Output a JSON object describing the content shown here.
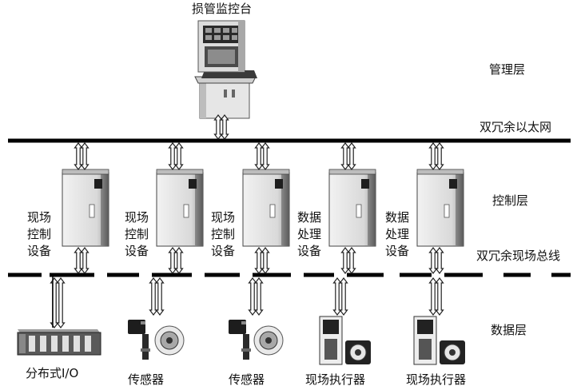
{
  "title": "损管监控台",
  "layers": {
    "management": "管理层",
    "ethernet": "双冗余以太网",
    "control": "控制层",
    "fieldbus": "双冗余现场总线",
    "data": "数据层"
  },
  "controllers": [
    {
      "lines": [
        "现场",
        "控制",
        "设备"
      ]
    },
    {
      "lines": [
        "现场",
        "控制",
        "设备"
      ]
    },
    {
      "lines": [
        "现场",
        "控制",
        "设备"
      ]
    },
    {
      "lines": [
        "数据",
        "处理",
        "设备"
      ]
    },
    {
      "lines": [
        "数据",
        "处理",
        "设备"
      ]
    }
  ],
  "devices": [
    {
      "label": "分布式I/O",
      "icon": "distributed-io-icon"
    },
    {
      "label": "传感器",
      "icon": "sensor-icon"
    },
    {
      "label": "传感器",
      "icon": "sensor-icon"
    },
    {
      "label": "现场执行器",
      "icon": "actuator-icon"
    },
    {
      "label": "现场执行器",
      "icon": "actuator-icon"
    }
  ]
}
